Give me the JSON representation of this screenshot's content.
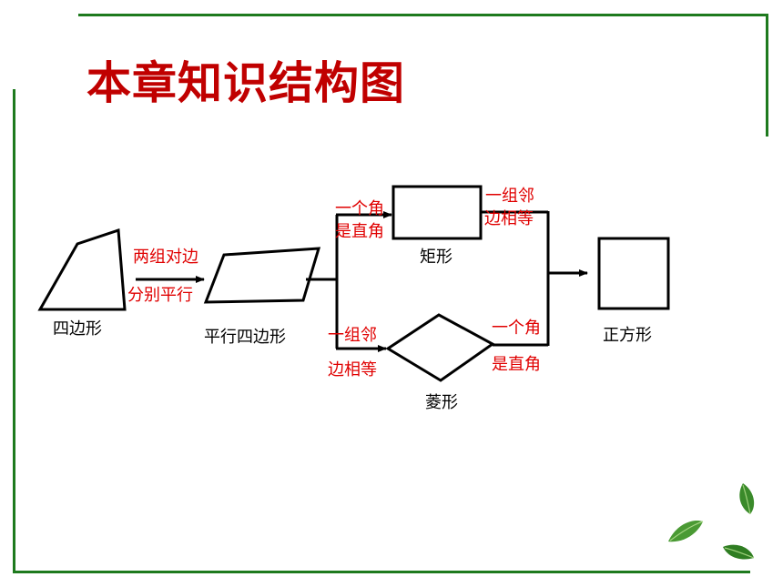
{
  "title": "本章知识结构图",
  "shapes": {
    "quadrilateral": "四边形",
    "parallelogram": "平行四边形",
    "rectangle": "矩形",
    "rhombus": "菱形",
    "square": "正方形"
  },
  "conditions": {
    "to_parallelogram_line1": "两组对边",
    "to_parallelogram_line2": "分别平行",
    "to_rectangle_line1": "一个角",
    "to_rectangle_line2": "是直角",
    "to_rhombus_line1": "一组邻",
    "to_rhombus_line2": "边相等",
    "rect_to_square_line1": "一组邻",
    "rect_to_square_line2": "边相等",
    "rhombus_to_square_line1": "一个角",
    "rhombus_to_square_line2": "是直角"
  },
  "colors": {
    "frame": "#1e7a1e",
    "title": "#c00000",
    "condition_text": "#e00000",
    "leaf": "#3a8a2a"
  }
}
